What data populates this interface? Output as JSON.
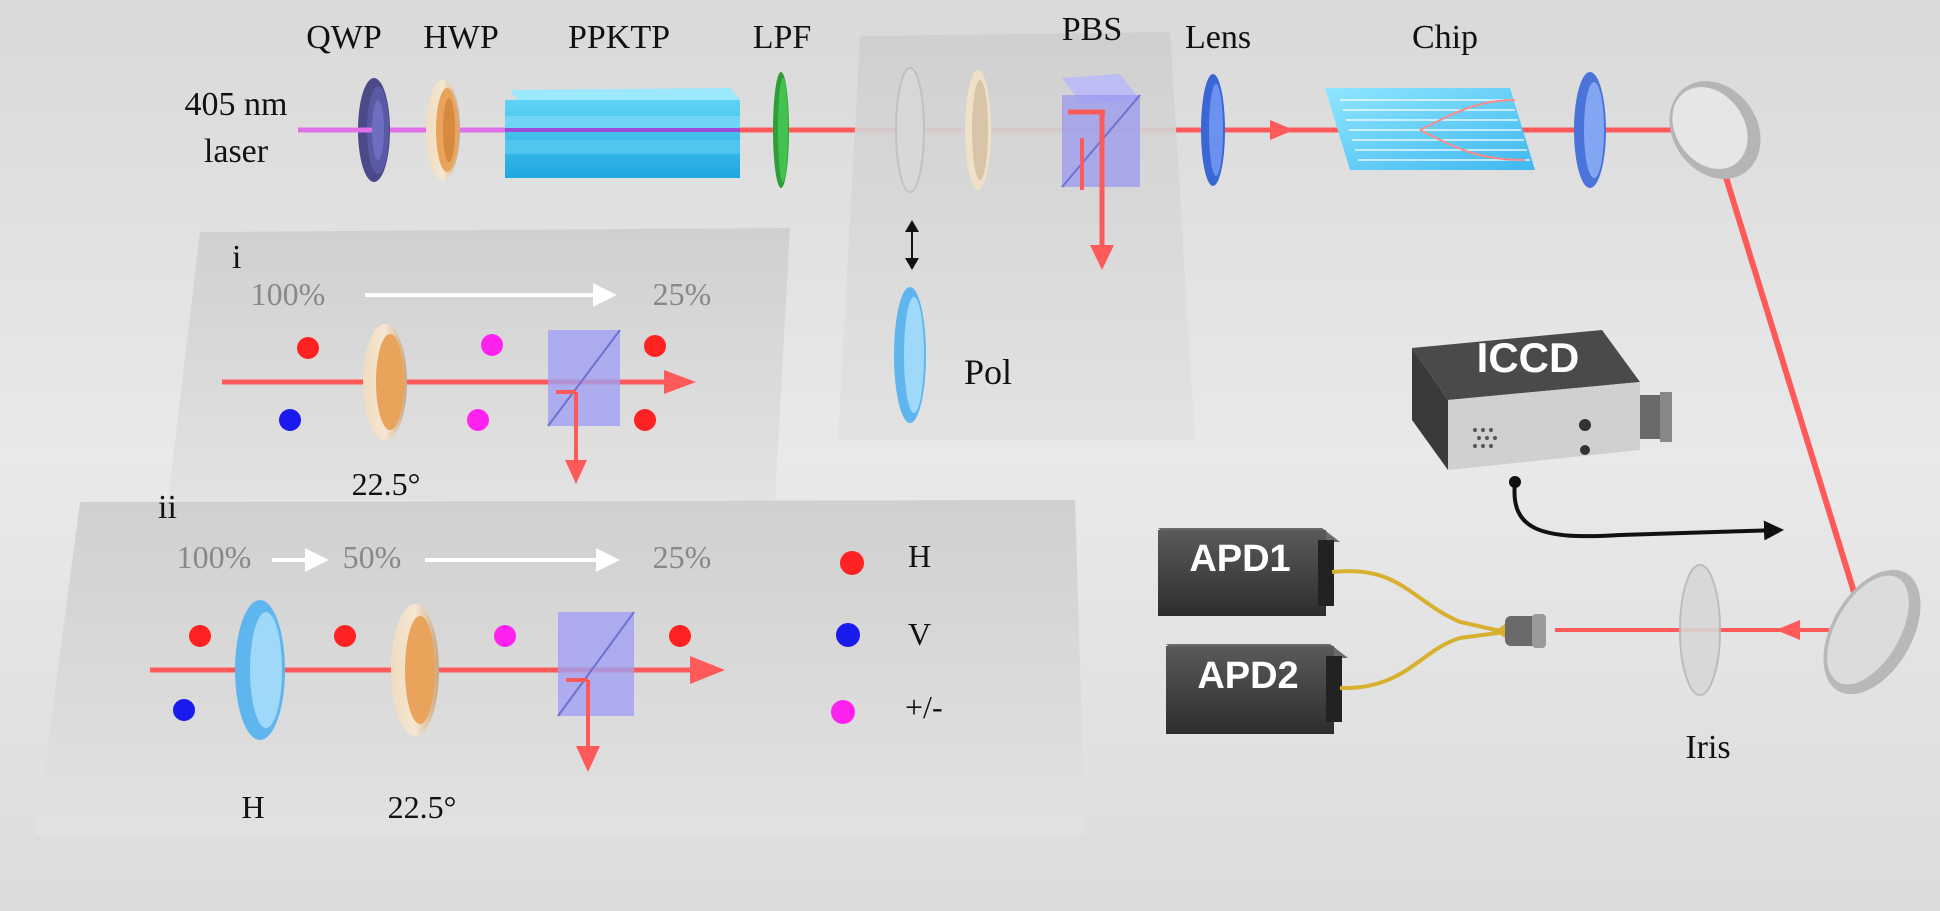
{
  "labels": {
    "qwp": "QWP",
    "hwp": "HWP",
    "ppktp": "PPKTP",
    "lpf": "LPF",
    "pbs": "PBS",
    "lens": "Lens",
    "chip": "Chip",
    "laser_line1": "405 nm",
    "laser_line2": "laser",
    "pol": "Pol",
    "iris": "Iris",
    "iccd": "ICCD",
    "apd1": "APD1",
    "apd2": "APD2"
  },
  "inset_i": {
    "tag": "i",
    "start_percent": "100%",
    "end_percent": "25%",
    "hwp_angle": "22.5°"
  },
  "inset_ii": {
    "tag": "ii",
    "start_percent": "100%",
    "mid_percent": "50%",
    "end_percent": "25%",
    "pol_label": "H",
    "hwp_angle": "22.5°"
  },
  "legend": {
    "items": [
      {
        "label": "H",
        "color": "#ff2222"
      },
      {
        "label": "V",
        "color": "#1a1aee"
      },
      {
        "label": "+/-",
        "color": "#ff22ee"
      }
    ]
  },
  "colors": {
    "beam": "#ff5a5a",
    "pump": "#e070e8",
    "h_dot": "#ff2222",
    "v_dot": "#1a1aee",
    "diag_dot": "#ff22ee"
  }
}
